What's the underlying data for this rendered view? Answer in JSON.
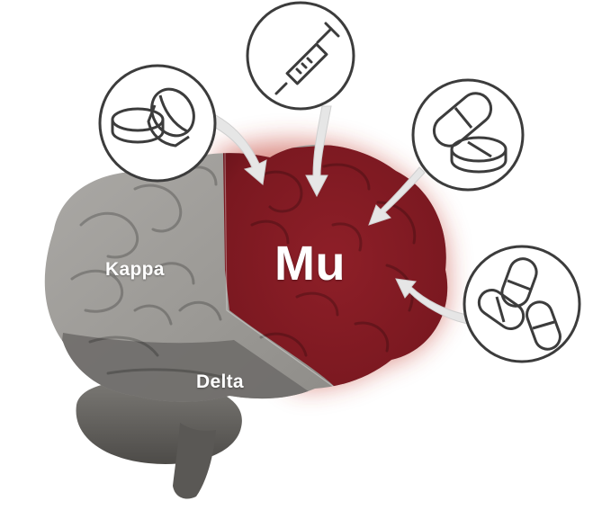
{
  "regions": {
    "kappa": "Kappa",
    "mu": "Mu",
    "delta": "Delta"
  },
  "icons": [
    "tablets-icon",
    "syringe-icon",
    "capsule-and-tablet-icon",
    "capsules-icon"
  ],
  "colors": {
    "mu_region": "#7d1a22",
    "mu_glow": "#c0392b",
    "kappa_region": "#9a9894",
    "delta_region": "#6f6d6a",
    "icon_stroke": "#3c3c3c",
    "arrow_fill": "#e6e6e6"
  }
}
